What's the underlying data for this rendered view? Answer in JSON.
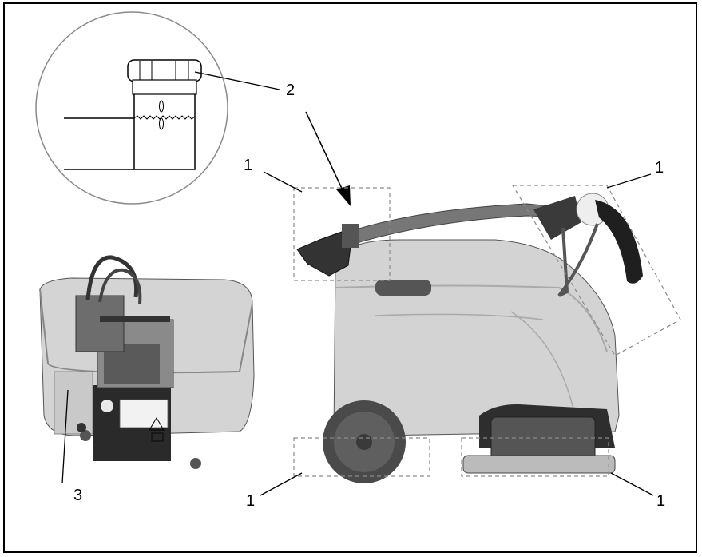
{
  "callouts": {
    "top_left_one": "1",
    "top_right_one": "1",
    "bottom_left_one": "1",
    "bottom_right_one": "1",
    "two": "2",
    "three": "3"
  },
  "colors": {
    "outline": "#000000",
    "body_light": "#d6d6d6",
    "body_mid": "#b7b7b7",
    "body_dark": "#595959",
    "rubber": "#2a2a2a",
    "dashed_box": "#8a8a8a"
  }
}
